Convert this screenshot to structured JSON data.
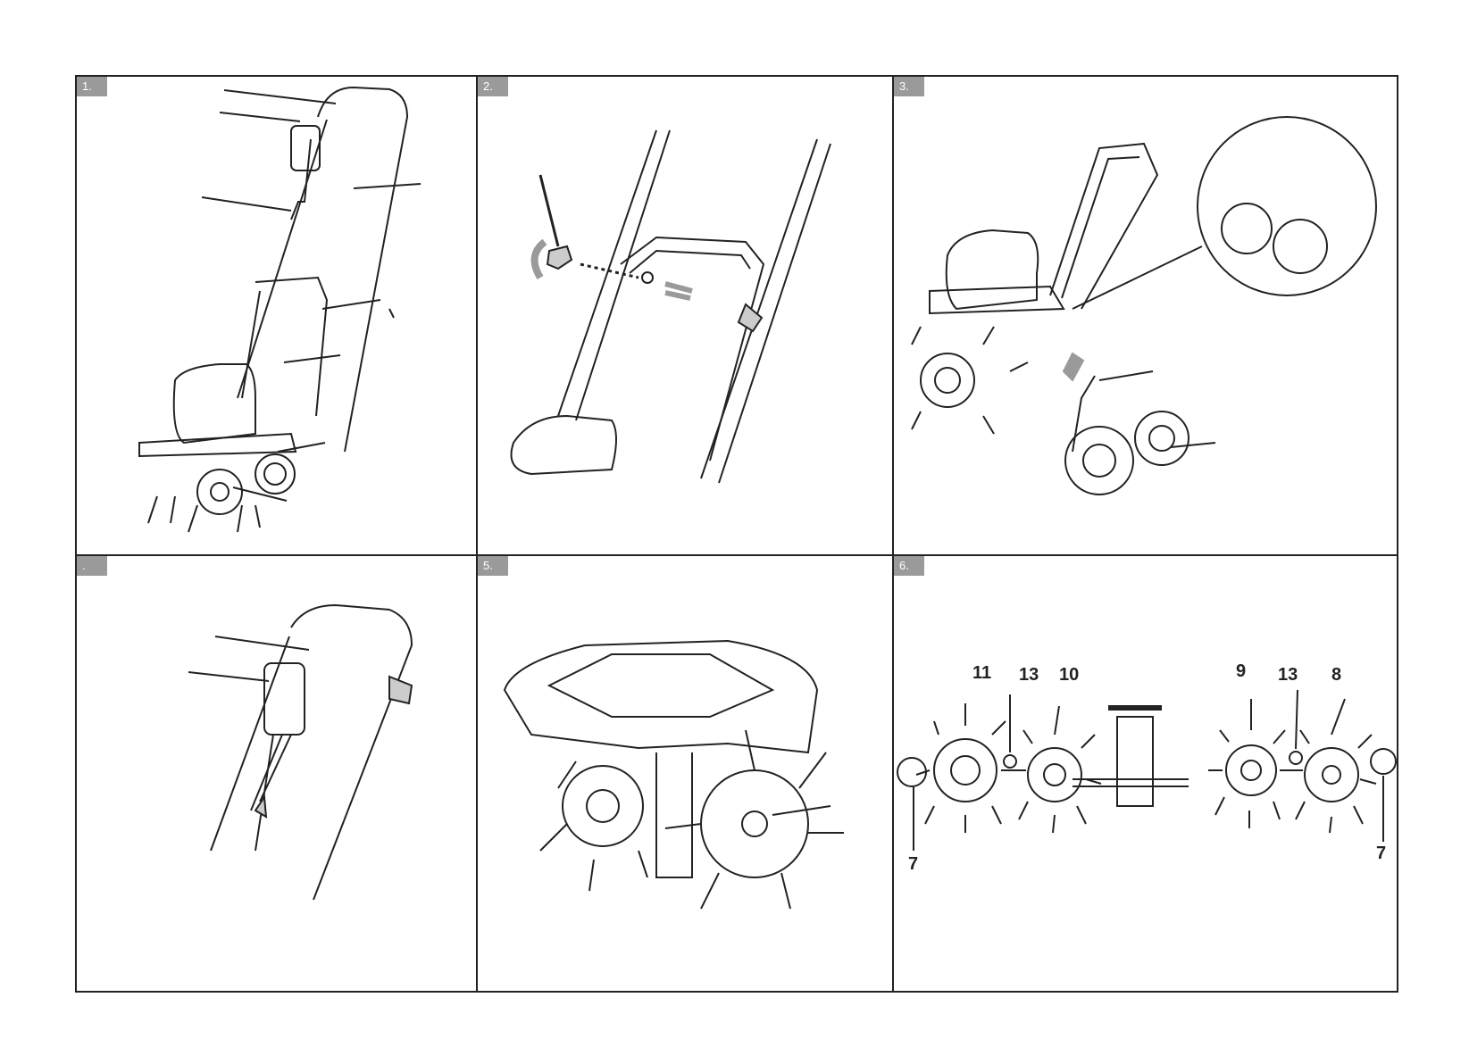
{
  "panels": [
    {
      "label": "1.",
      "name": "assembled-tiller-overview"
    },
    {
      "label": "2.",
      "name": "handle-knob-fastening"
    },
    {
      "label": "3.",
      "name": "wheel-mounting"
    },
    {
      "label": ".",
      "name": "cable-handle-detail"
    },
    {
      "label": "5.",
      "name": "tine-guard-detail"
    },
    {
      "label": "6.",
      "name": "tine-assembly-exploded"
    }
  ],
  "parts": {
    "eleven": "11",
    "thirteen_left": "13",
    "ten": "10",
    "nine": "9",
    "thirteen_right": "13",
    "eight": "8",
    "seven_left": "7",
    "seven_right": "7"
  },
  "colors": {
    "line": "#222222",
    "tag": "#9a9a9a",
    "arrow": "#9a9a9a"
  }
}
